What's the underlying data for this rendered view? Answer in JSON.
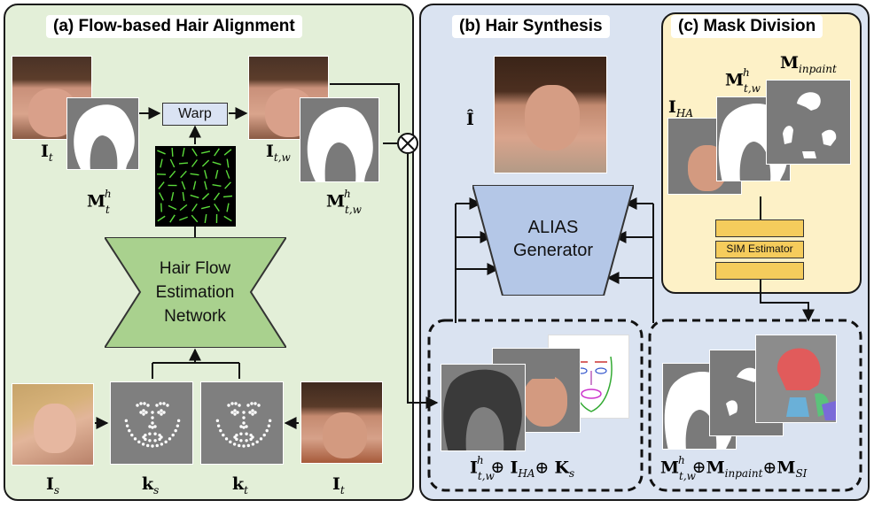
{
  "panels": {
    "a_title": "(a) Flow-based Hair Alignment",
    "b_title": "(b) Hair Synthesis",
    "c_title": "(c) Mask Division"
  },
  "blocks": {
    "warp": "Warp",
    "flow_net": [
      "Hair Flow",
      "Estimation",
      "Network"
    ],
    "alias": [
      "ALIAS",
      "Generator"
    ],
    "sim": "SIM Estimator"
  },
  "colors": {
    "panel_a": "#e3efd8",
    "panel_b": "#dae3f1",
    "panel_c": "#fdf1c7",
    "flow_net": "#a9d18e",
    "alias": "#b4c7e7",
    "warp": "#dae3f3",
    "sim": "#f5cc5c"
  },
  "icons": [
    "multiply-circle-icon"
  ]
}
